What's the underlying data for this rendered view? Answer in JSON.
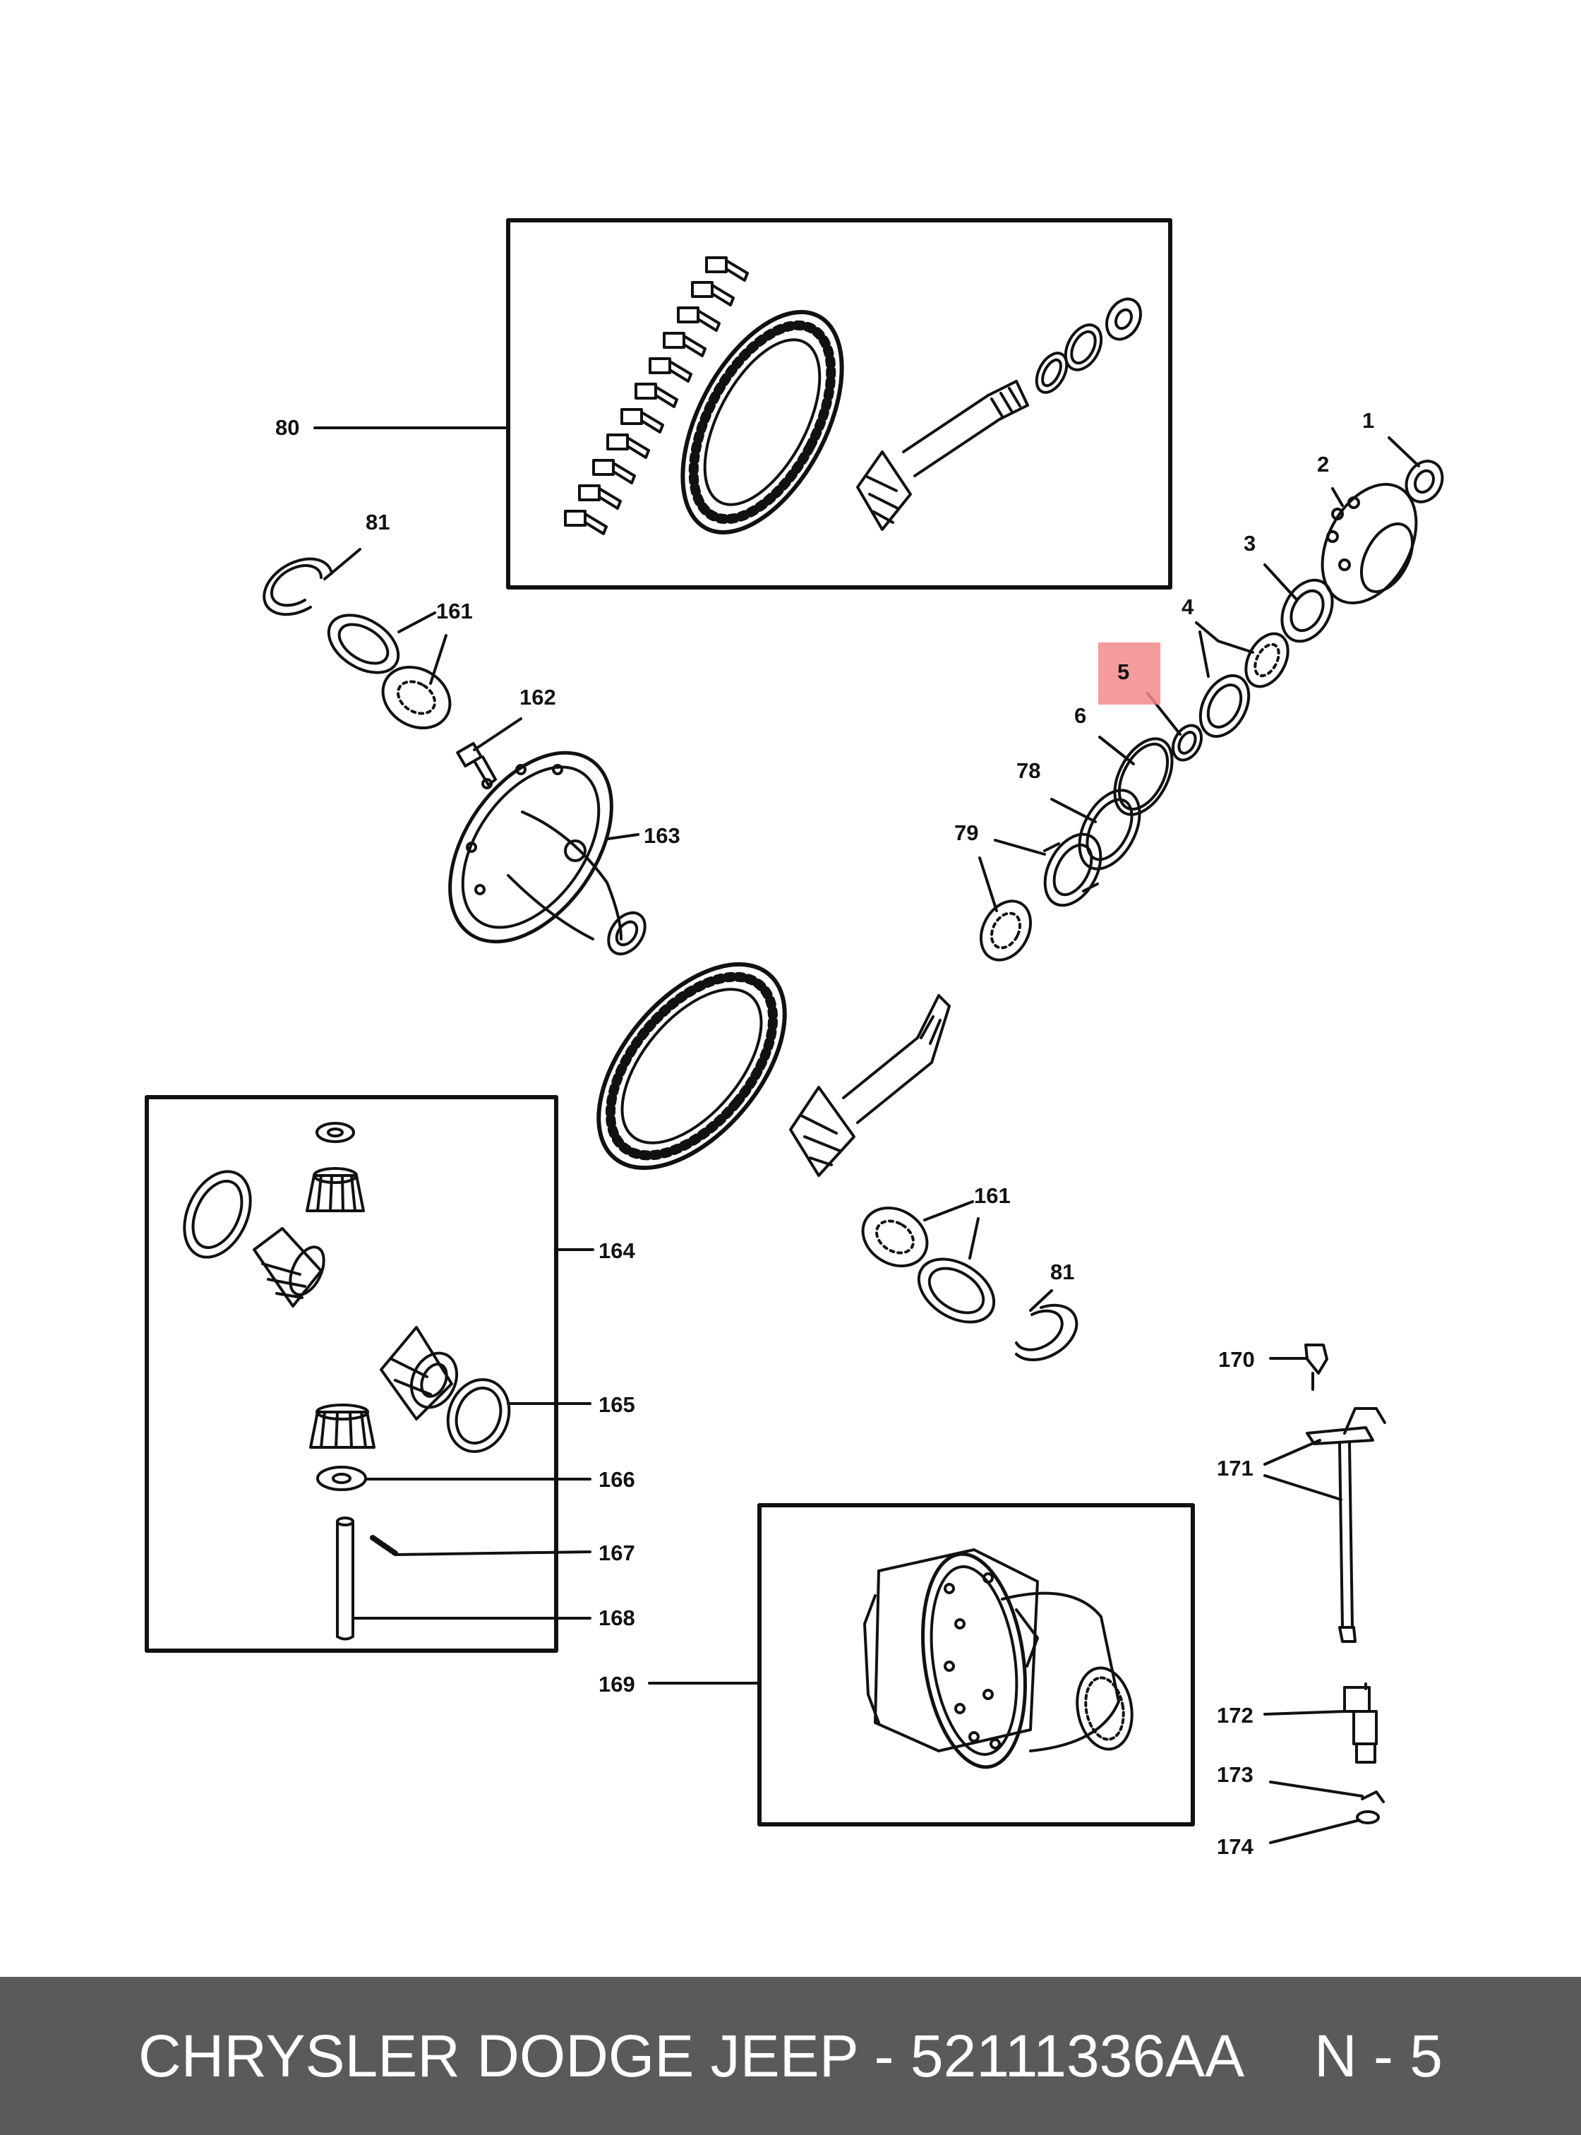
{
  "colors": {
    "ink": "#111111",
    "background": "#ffffff",
    "highlight": "#f58a8a",
    "footer_background": "#5a5a5a",
    "footer_text": "#ffffff"
  },
  "callouts": {
    "c1": "1",
    "c2": "2",
    "c3": "3",
    "c4": "4",
    "c5": "5",
    "c6": "6",
    "c78": "78",
    "c79": "79",
    "c80": "80",
    "c81_top": "81",
    "c81_bottom": "81",
    "c161_top": "161",
    "c161_bottom": "161",
    "c162": "162",
    "c163": "163",
    "c164": "164",
    "c165": "165",
    "c166": "166",
    "c167": "167",
    "c168": "168",
    "c169": "169",
    "c170": "170",
    "c171": "171",
    "c172": "172",
    "c173": "173",
    "c174": "174"
  },
  "highlighted_callout": "5",
  "footer": {
    "brand_part": "CHRYSLER DODGE JEEP - 52111336AA",
    "code": "N - 5"
  }
}
